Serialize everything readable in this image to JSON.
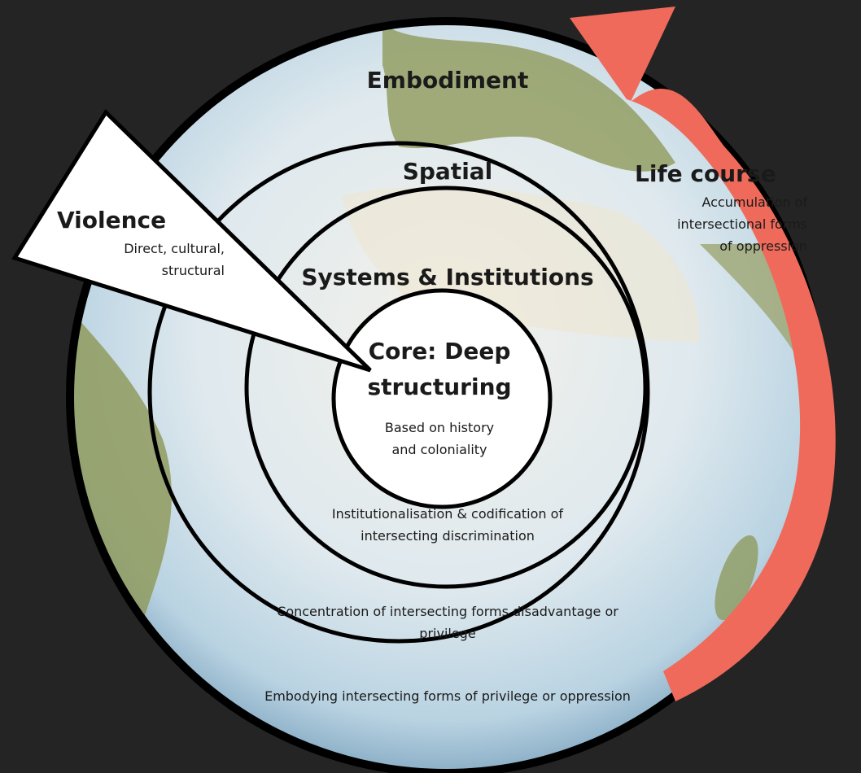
{
  "colors": {
    "background": "#242424",
    "arrow": "#ef6a5a",
    "ocean": "#cfe3ee",
    "land": "#8f9b5e",
    "ring_stroke": "#000000"
  },
  "core": {
    "title_line1": "Core: Deep",
    "title_line2": "structuring",
    "desc_line1": "Based on history",
    "desc_line2": "and coloniality"
  },
  "systems": {
    "title": "Systems & Institutions",
    "desc_line1": "Institutionalisation & codification of",
    "desc_line2": "intersecting discrimination"
  },
  "spatial": {
    "title": "Spatial",
    "desc_line1": "Concentration of intersecting forms disadvantage or",
    "desc_line2": "privilege"
  },
  "embodiment": {
    "title": "Embodiment",
    "desc": "Embodying intersecting forms of privilege or oppression"
  },
  "violence": {
    "title": "Violence",
    "desc_line1": "Direct, cultural,",
    "desc_line2": "structural"
  },
  "life_course": {
    "title": "Life course",
    "desc_line1": "Accumulation of",
    "desc_line2": "intersectional forms",
    "desc_line3": "of oppression"
  }
}
